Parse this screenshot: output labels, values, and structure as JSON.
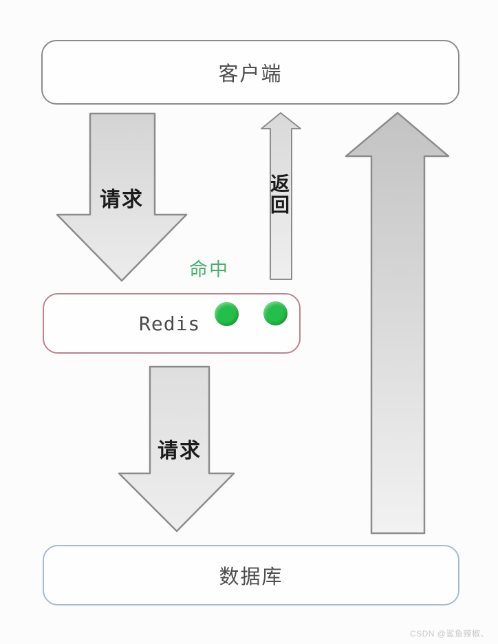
{
  "diagram": {
    "nodes": {
      "client": {
        "label": "客户端"
      },
      "redis": {
        "label": "Redis"
      },
      "database": {
        "label": "数据库"
      }
    },
    "arrows": {
      "request_client_to_redis": {
        "label": "请求",
        "direction": "down"
      },
      "return_redis_to_client": {
        "label": "返回",
        "direction": "up"
      },
      "request_redis_to_database": {
        "label": "请求",
        "direction": "down"
      },
      "return_database_to_client": {
        "label": "",
        "direction": "up"
      }
    },
    "annotations": {
      "hit": {
        "label": "命中"
      }
    },
    "redis_status_dots": {
      "count": 2
    }
  },
  "colors": {
    "hit_green": "#43b16a",
    "dot_green": "#24bf4a",
    "redis_border": "#b9848e",
    "database_border": "#a6bad6",
    "client_border": "#8b8b8b",
    "arrow_outline": "#8c8c8c"
  },
  "watermark": {
    "text": "CSDN @鲨鱼辣椒、"
  }
}
